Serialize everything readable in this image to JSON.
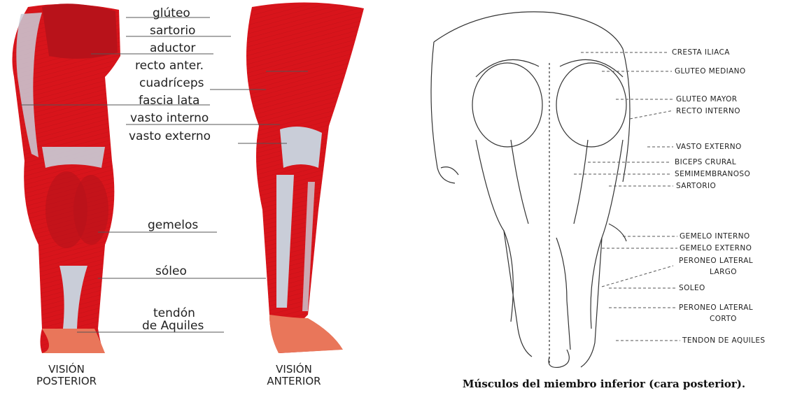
{
  "left_figure": {
    "labels": [
      "glúteo",
      "sartorio",
      "aductor",
      "recto anter.",
      "cuadríceps",
      "fascia lata",
      "vasto interno",
      "vasto externo",
      "gemelos",
      "sóleo",
      "tendón",
      "de Aquiles"
    ],
    "posterior_caption": [
      "VISIÓN",
      "POSTERIOR"
    ],
    "anterior_caption": [
      "VISIÓN",
      "ANTERIOR"
    ],
    "colors": {
      "muscle": "#d8141b",
      "muscle_dark": "#8e0a0d",
      "tendon": "#c9cdd8",
      "skin": "#e9765a"
    }
  },
  "right_figure": {
    "labels": [
      "CRESTA ILIACA",
      "GLUTEO MEDIANO",
      "GLUTEO MAYOR",
      "RECTO INTERNO",
      "VASTO EXTERNO",
      "BICEPS CRURAL",
      "SEMIMEMBRANOSO",
      "SARTORIO",
      "GEMELO INTERNO",
      "GEMELO EXTERNO",
      "PERONEO LATERAL",
      "LARGO",
      "SOLEO",
      "PERONEO LATERAL",
      "CORTO",
      "TENDON DE AQUILES"
    ],
    "caption": "Músculos del miembro inferior (cara posterior)."
  }
}
